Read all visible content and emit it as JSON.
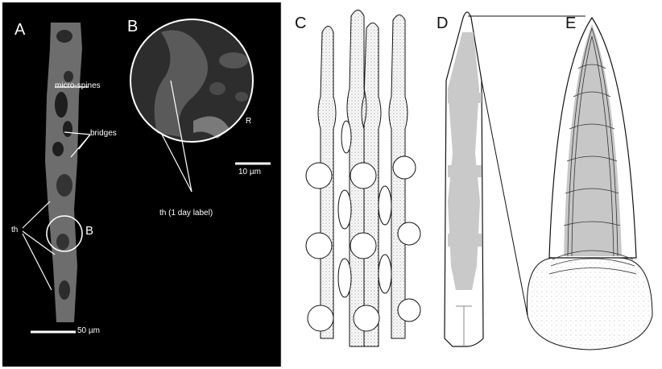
{
  "panels": {
    "a": {
      "letter": "A"
    },
    "b": {
      "letter": "B"
    },
    "c": {
      "letter": "C"
    },
    "d": {
      "letter": "D"
    },
    "e": {
      "letter": "E"
    }
  },
  "annotations": {
    "micro_spines": "micro-spines",
    "bridges": "bridges",
    "th_a": "th",
    "b_marker": "B",
    "r_marker": "R",
    "th_day": "th (1 day label)"
  },
  "scale_bars": {
    "a": "50 µm",
    "b": "10 µm"
  }
}
